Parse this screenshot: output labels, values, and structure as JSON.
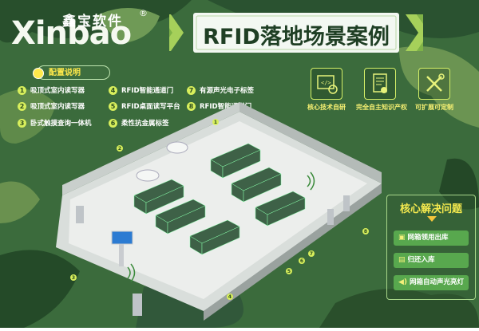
{
  "logo": {
    "wordmark": "Xinbao",
    "chinese": "鑫宝软件",
    "registered": "®"
  },
  "title": "RFID落地场景案例",
  "config": {
    "heading": "配置说明",
    "items": [
      {
        "num": "1",
        "label": "吸顶式室内读写器"
      },
      {
        "num": "2",
        "label": "吸顶式室内读写器"
      },
      {
        "num": "3",
        "label": "卧式触摸查询一体机"
      },
      {
        "num": "4",
        "label": "RFID智能通道门"
      },
      {
        "num": "5",
        "label": "RFID桌面读写平台"
      },
      {
        "num": "6",
        "label": "柔性抗金属标签"
      },
      {
        "num": "7",
        "label": "有源声光电子标签"
      },
      {
        "num": "8",
        "label": "RFID智能通道门"
      }
    ]
  },
  "features": [
    {
      "label": "核心技术自研",
      "icon": "code-settings-icon"
    },
    {
      "label": "完全自主知识产权",
      "icon": "document-certificate-icon"
    },
    {
      "label": "可扩展可定制",
      "icon": "tools-icon"
    }
  ],
  "solutions": {
    "title": "核心解决问题",
    "items": [
      {
        "label": "网箱领用出库",
        "icon": "box-icon"
      },
      {
        "label": "归还入库",
        "icon": "card-icon"
      },
      {
        "label": "网箱自动声光亮灯",
        "icon": "sound-icon"
      }
    ]
  },
  "scene_markers": [
    "1",
    "2",
    "3",
    "4",
    "5",
    "6",
    "7",
    "8"
  ],
  "colors": {
    "accent_yellow": "#ffe94a",
    "camo_green": "#2f5d34",
    "button_green": "#58a84e"
  }
}
